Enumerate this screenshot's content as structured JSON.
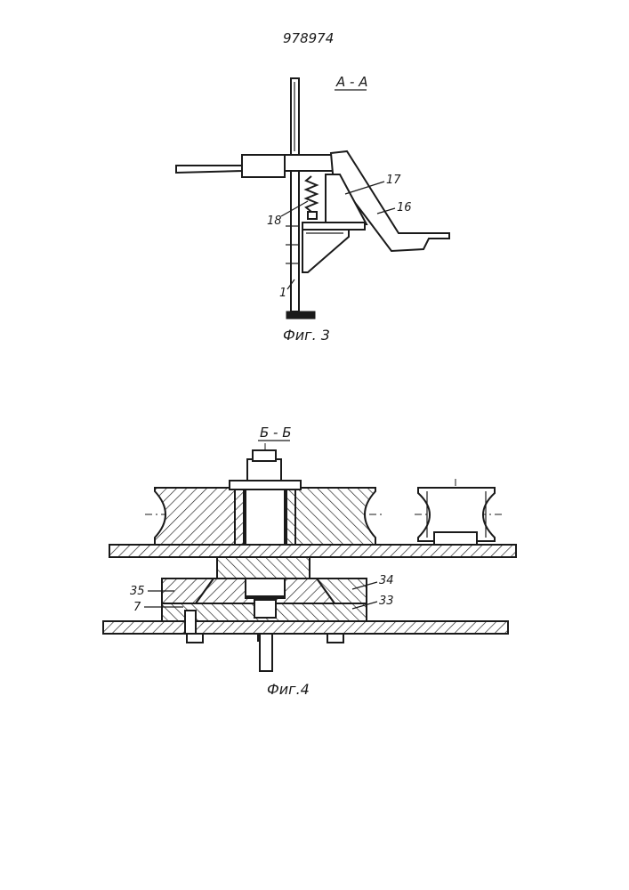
{
  "document": {
    "patent_number": "978974"
  },
  "figure3": {
    "section_label": "А - А",
    "caption": "Фиг. 3",
    "callouts": {
      "c17": "17",
      "c16": "16",
      "c18": "18",
      "c1": "1"
    }
  },
  "figure4": {
    "section_label": "Б - Б",
    "caption": "Фиг.4",
    "callouts": {
      "c34": "34",
      "c33": "33",
      "c35": "35",
      "c7": "7"
    }
  }
}
